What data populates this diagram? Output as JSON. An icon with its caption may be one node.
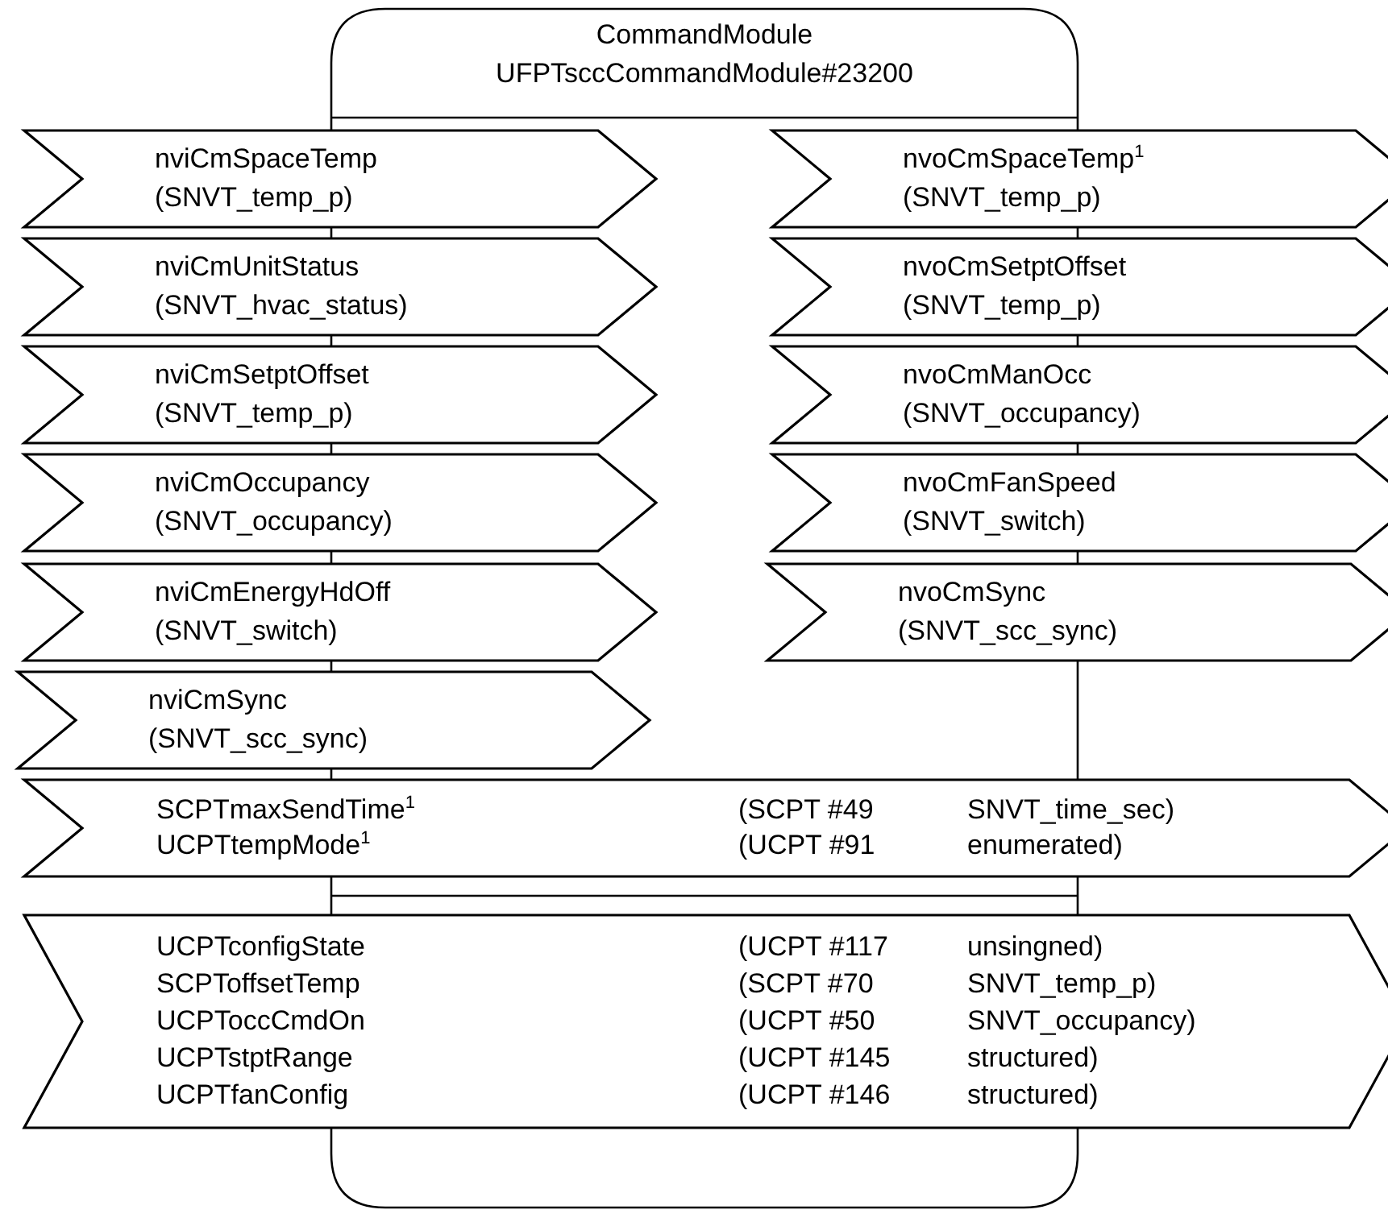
{
  "diagram": {
    "nodes": [
      {
        "text": [
          "CommandModule",
          "UFPTsccCommandModule#23200"
        ]
      },
      {
        "text": [
          "nviCmSpaceTemp",
          "(SNVT_temp_p)"
        ]
      },
      {
        "text": [
          "nviCmUnitStatus",
          "(SNVT_hvac_status)"
        ]
      },
      {
        "text": [
          "nviCmSetptOffset",
          "(SNVT_temp_p)"
        ]
      },
      {
        "text": [
          "nviCmOccupancy",
          "(SNVT_occupancy)"
        ]
      },
      {
        "text": [
          "nviCmEnergyHdOff",
          "(SNVT_switch)"
        ]
      },
      {
        "text": [
          "nviCmSync",
          "(SNVT_scc_sync)"
        ]
      },
      {
        "text": [
          "nvoCmSpaceTemp$^{1}$",
          "(SNVT_temp_p)"
        ]
      },
      {
        "text": [
          "nvoCmSetptOffset",
          "(SNVT_temp_p)"
        ]
      },
      {
        "text": [
          "nvoCmManOcc",
          "(SNVT_occupancy)"
        ]
      },
      {
        "text": [
          "nvoCmFanSpeed",
          "(SNVT_switch)"
        ]
      },
      {
        "text": [
          "nvoCmSync",
          "(SNVT_scc_sync)"
        ]
      },
      {
        "text": [
          "SCPTmaxSendTime$^{1}$",
          "(SCPT #49",
          "SNVT_time_sec)",
          "UCPTtempMode$^{1}$",
          "(UCPT #91",
          "enumerated)"
        ]
      },
      {
        "text": [
          "UCPTconfigState",
          "(UCPT #117",
          "unsingned)",
          "SCPToffsetTemp",
          "(SCPT #70",
          "SNVT_temp_p)",
          "UCPToccCmdOn",
          "(UCPT #50",
          "SNVT_occupancy)",
          "UCPTstptRange",
          "(UCPT #145",
          "structured)",
          "UCPTfanConfig",
          "(UCPT #146",
          "structured)"
        ]
      }
    ],
    "edges": []
  }
}
